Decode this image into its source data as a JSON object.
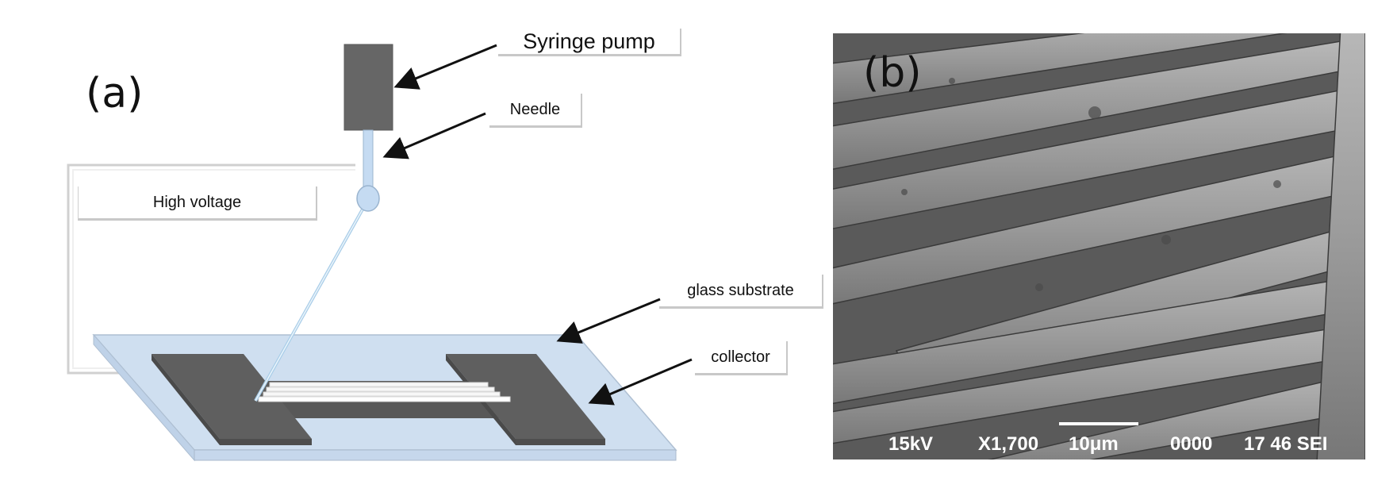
{
  "figure": {
    "panel_a": {
      "label": "(a)",
      "labels": {
        "syringe_pump": "Syringe pump",
        "needle": "Needle",
        "high_voltage": "High voltage",
        "glass_substrate": "glass substrate",
        "collector": "collector"
      },
      "colors": {
        "pump": "#666666",
        "needle": "#c5dbf2",
        "substrate": "#cfdff0",
        "electrode": "#5f5f5f",
        "fiber": "#f7f7f7"
      }
    },
    "panel_b": {
      "label": "(b)",
      "sem_info": {
        "voltage": "15kV",
        "magnification": "X1,700",
        "scale_bar": "10μm",
        "id": "0000",
        "code": "17 46 SEI"
      }
    }
  }
}
